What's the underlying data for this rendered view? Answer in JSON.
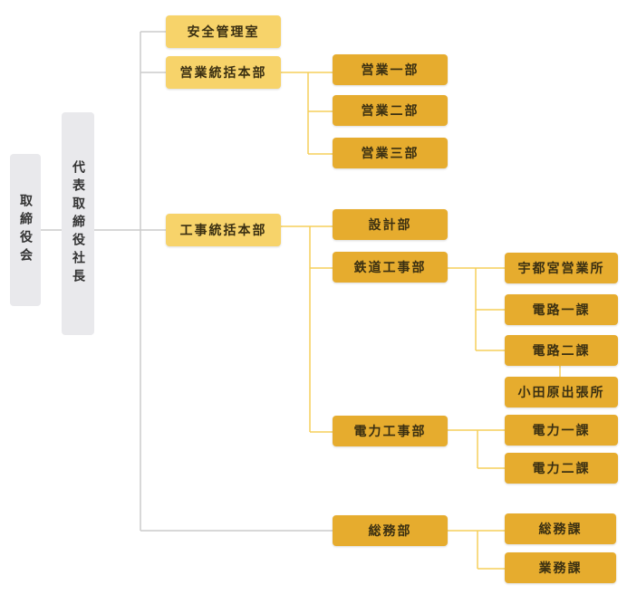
{
  "colors": {
    "line": "#f5cf5a",
    "line_gray": "#cccccc",
    "light_box": "#f7d36a",
    "dark_box": "#e6ac2e",
    "gray_box": "#e9e9ec"
  },
  "org": {
    "board": "取締役会",
    "president": "代表取締役社長",
    "safety_office": "安全管理室",
    "sales_hq": {
      "label": "営業統括本部",
      "children": [
        "営業一部",
        "営業二部",
        "営業三部"
      ]
    },
    "construction_hq": {
      "label": "工事統括本部",
      "design": "設計部",
      "railway": {
        "label": "鉄道工事部",
        "utsunomiya": "宇都宮営業所",
        "track1": "電路一課",
        "track2": "電路二課",
        "odawara": "小田原出張所"
      },
      "power": {
        "label": "電力工事部",
        "children": [
          "電力一課",
          "電力二課"
        ]
      }
    },
    "general_affairs": {
      "label": "総務部",
      "children": [
        "総務課",
        "業務課"
      ]
    }
  }
}
